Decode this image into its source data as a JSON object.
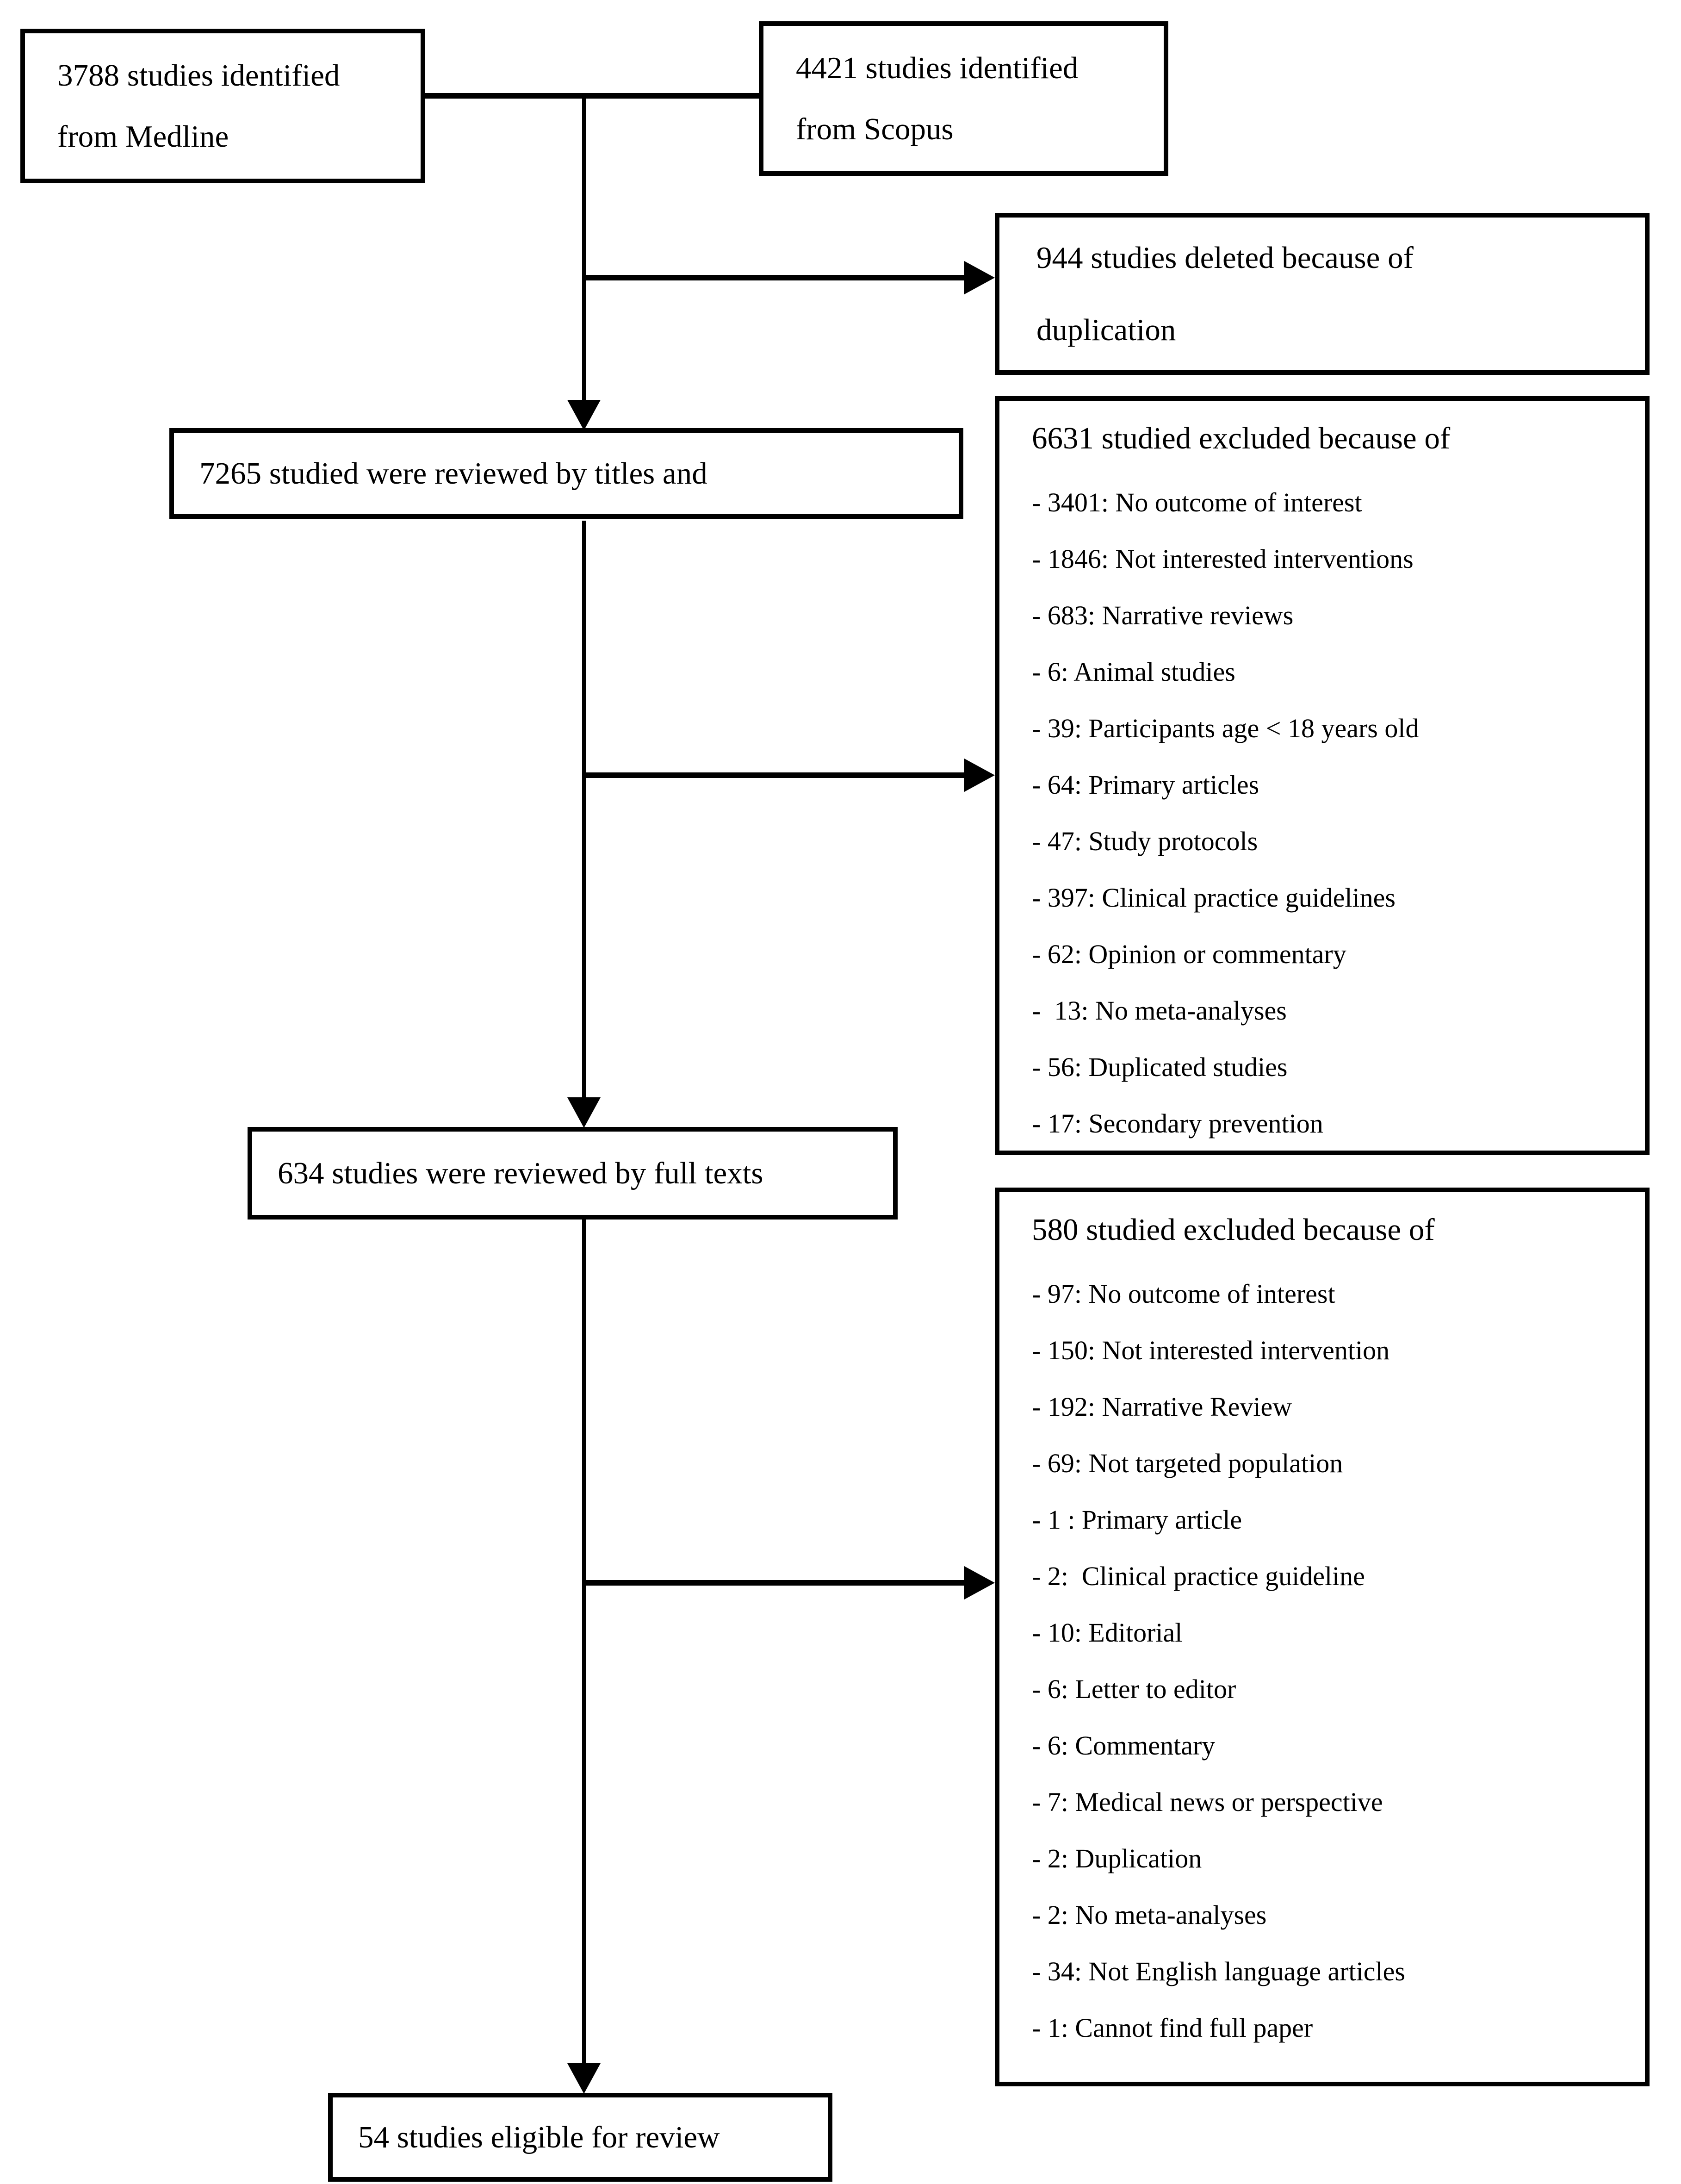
{
  "diagram": {
    "type": "prisma-flowchart",
    "colors": {
      "background": "#ffffff",
      "box_border": "#000000",
      "text": "#000000",
      "connector": "#000000"
    },
    "boxes": {
      "medline": {
        "line1": "3788 studies identified",
        "line2": "from Medline"
      },
      "scopus": {
        "line1": "4421 studies identified",
        "line2": "from Scopus"
      },
      "duplicates_deleted": {
        "line1": "944 studies deleted because of",
        "line2": "duplication"
      },
      "title_abstract_review": {
        "text": "7265 studied were reviewed by titles and"
      },
      "excluded_title_abstract": {
        "title": "6631 studied excluded because of",
        "items": [
          "- 3401: No outcome of interest",
          "- 1846: Not interested interventions",
          "- 683: Narrative reviews",
          "- 6: Animal studies",
          "- 39: Participants age < 18 years old",
          "- 64: Primary articles",
          "- 47: Study protocols",
          "- 397: Clinical practice guidelines",
          "- 62: Opinion or commentary",
          "-  13: No meta-analyses",
          "- 56: Duplicated studies",
          "- 17: Secondary prevention"
        ]
      },
      "full_text_review": {
        "text": "634 studies were reviewed by full texts"
      },
      "excluded_full_text": {
        "title": "580 studied excluded because of",
        "items": [
          "- 97: No outcome of interest",
          "- 150: Not interested intervention",
          "- 192: Narrative Review",
          "- 69: Not targeted population",
          "- 1 : Primary article",
          "- 2:  Clinical practice guideline",
          "- 10: Editorial",
          "- 6: Letter to editor",
          "- 6: Commentary",
          "- 7: Medical news or perspective",
          "- 2: Duplication",
          "- 2: No meta-analyses",
          "- 34: Not English language articles",
          "- 1: Cannot find full paper"
        ]
      },
      "eligible": {
        "text": "54 studies eligible for review"
      }
    }
  }
}
